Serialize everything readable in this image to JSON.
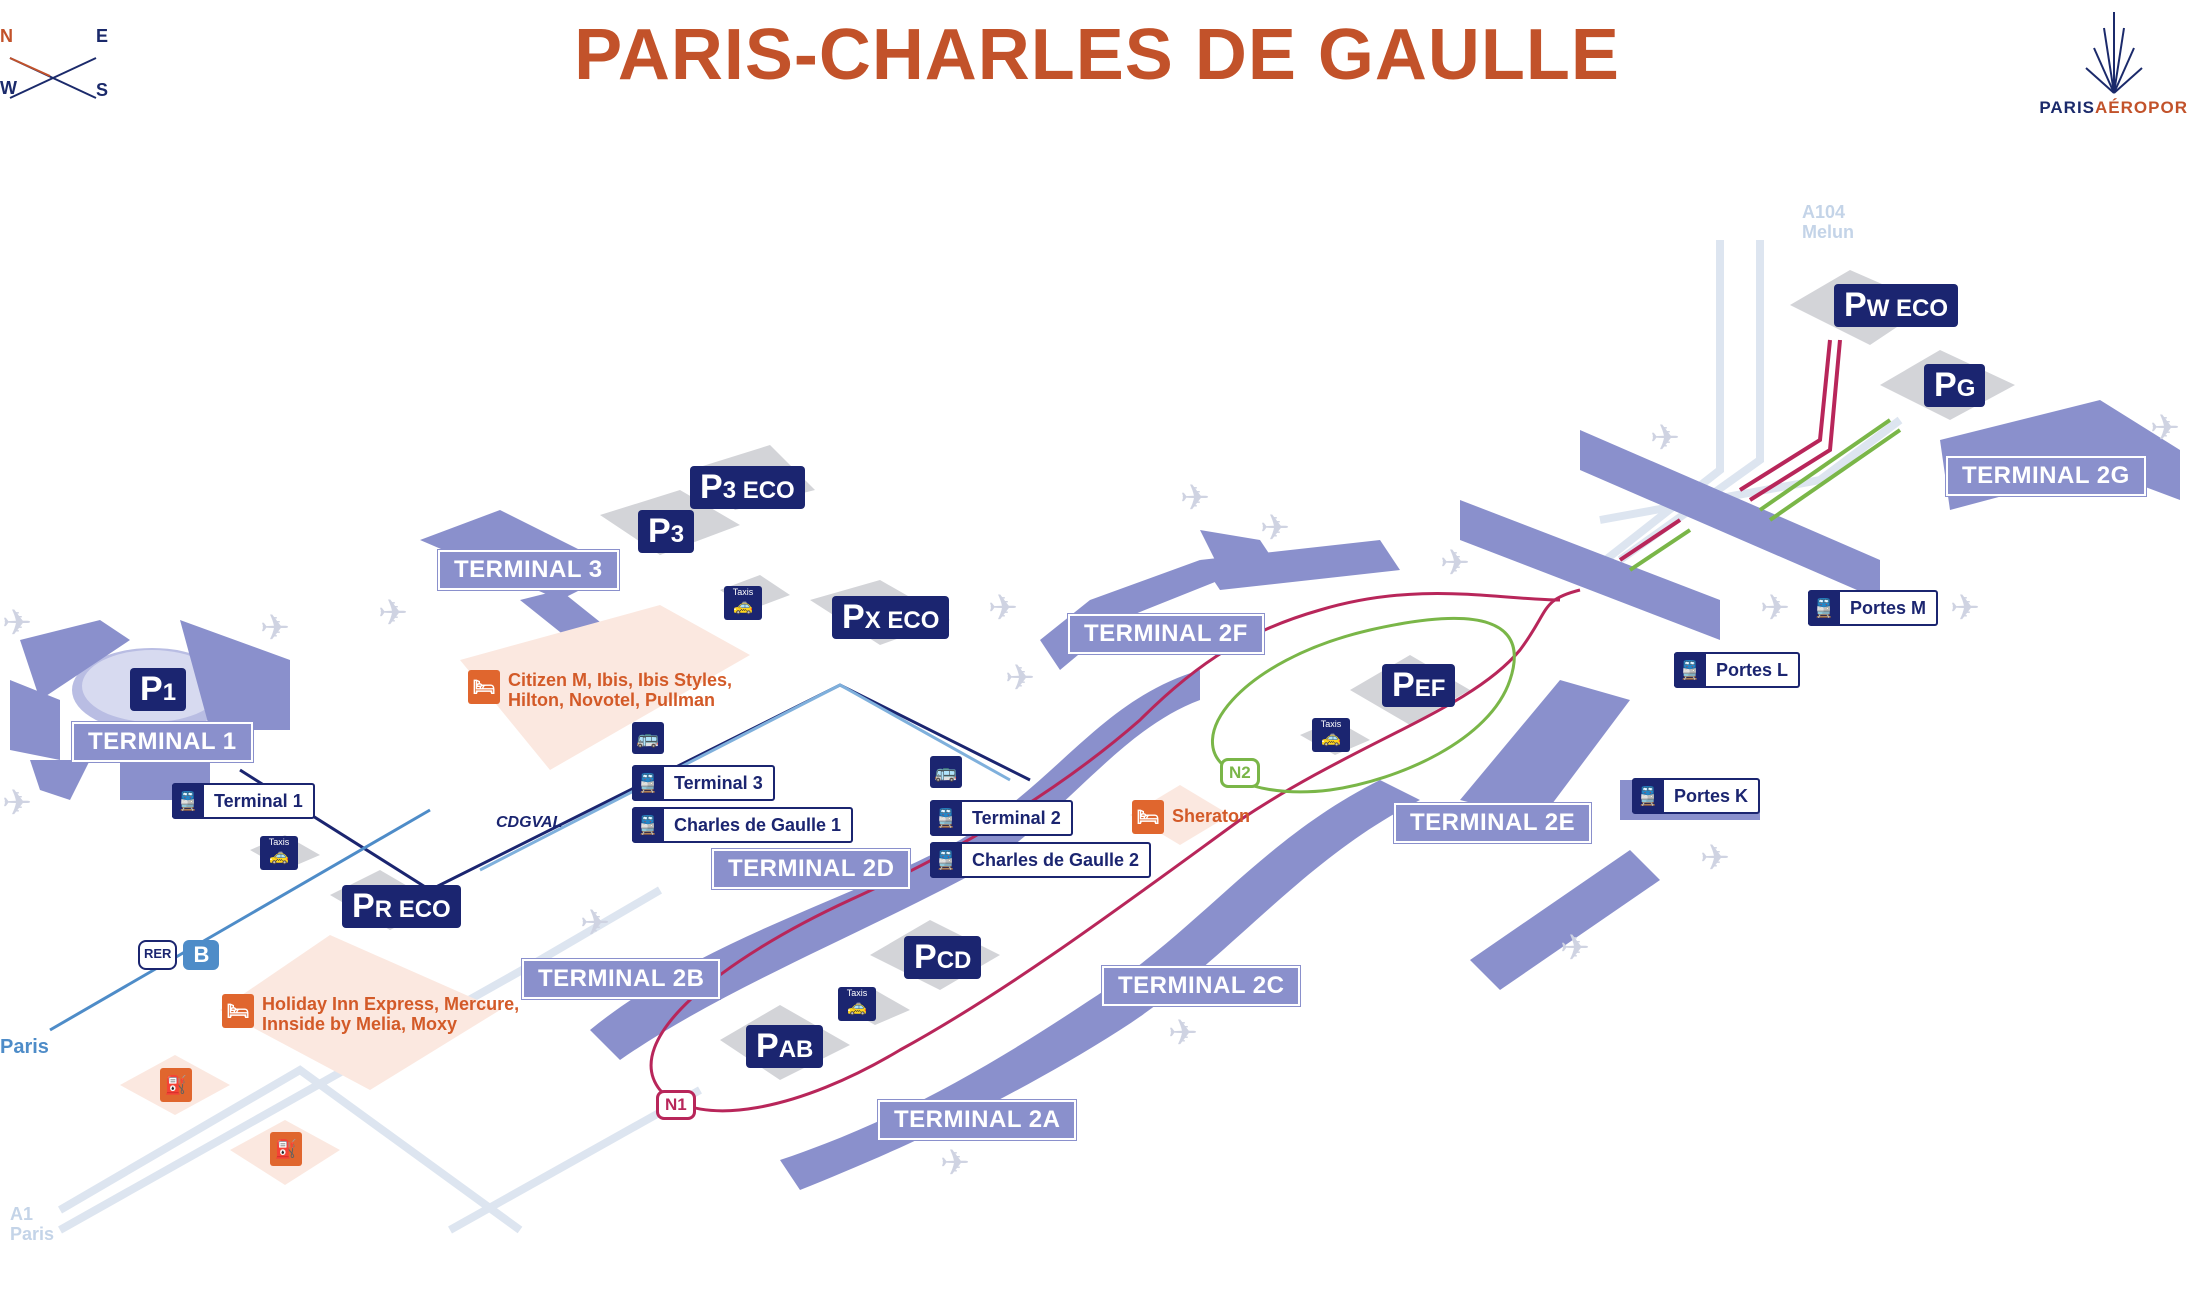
{
  "title": "PARIS-CHARLES DE GAULLE",
  "compass": {
    "n": "N",
    "e": "E",
    "w": "W",
    "s": "S"
  },
  "logo": {
    "brand_a": "PARIS",
    "brand_b": "AÉROPOR"
  },
  "terminals": {
    "t1": "TERMINAL 1",
    "t3": "TERMINAL 3",
    "t2f": "TERMINAL 2F",
    "t2g": "TERMINAL 2G",
    "t2d": "TERMINAL 2D",
    "t2e": "TERMINAL 2E",
    "t2b": "TERMINAL 2B",
    "t2c": "TERMINAL 2C",
    "t2a": "TERMINAL 2A"
  },
  "parkings": {
    "p1": {
      "letter": "P",
      "suffix": "1"
    },
    "p3": {
      "letter": "P",
      "suffix": "3"
    },
    "p3eco": {
      "letter": "P",
      "suffix": "3 ECO"
    },
    "pxeco": {
      "letter": "P",
      "suffix": "X ECO"
    },
    "preco": {
      "letter": "P",
      "suffix": "R ECO"
    },
    "pweco": {
      "letter": "P",
      "suffix": "W ECO"
    },
    "pg": {
      "letter": "P",
      "suffix": "G"
    },
    "pef": {
      "letter": "P",
      "suffix": "EF"
    },
    "pcd": {
      "letter": "P",
      "suffix": "CD"
    },
    "pab": {
      "letter": "P",
      "suffix": "AB"
    }
  },
  "stops": {
    "terminal1": "Terminal 1",
    "terminal3": "Terminal 3",
    "cdg1": "Charles de Gaulle 1",
    "terminal2": "Terminal 2",
    "cdg2": "Charles de Gaulle 2",
    "portes_m": "Portes M",
    "portes_l": "Portes L",
    "portes_k": "Portes K"
  },
  "taxi_label": "Taxis",
  "hotels": {
    "h1_line1": "Citizen M,  Ibis, Ibis Styles,",
    "h1_line2": "Hilton, Novotel, Pullman",
    "h2_line1": "Holiday Inn Express, Mercure,",
    "h2_line2": "Innside by Melia, Moxy",
    "sheraton": "Sheraton"
  },
  "shuttles": {
    "n1": "N1",
    "n2": "N2"
  },
  "cdgval": "CDGVAL",
  "rer": {
    "label": "RER",
    "line": "B"
  },
  "paris": "Paris",
  "roads": {
    "a104_1": "A104",
    "a104_2": "Melun",
    "a1_1": "A1",
    "a1_2": "Paris"
  },
  "colors": {
    "title": "#c2522a",
    "navy": "#1b2570",
    "terminal": "#8a90cc",
    "n1_route": "#b8265a",
    "n2_route": "#7ab648",
    "cdgval": "#4e8cc8",
    "hotel": "#e0662e"
  }
}
